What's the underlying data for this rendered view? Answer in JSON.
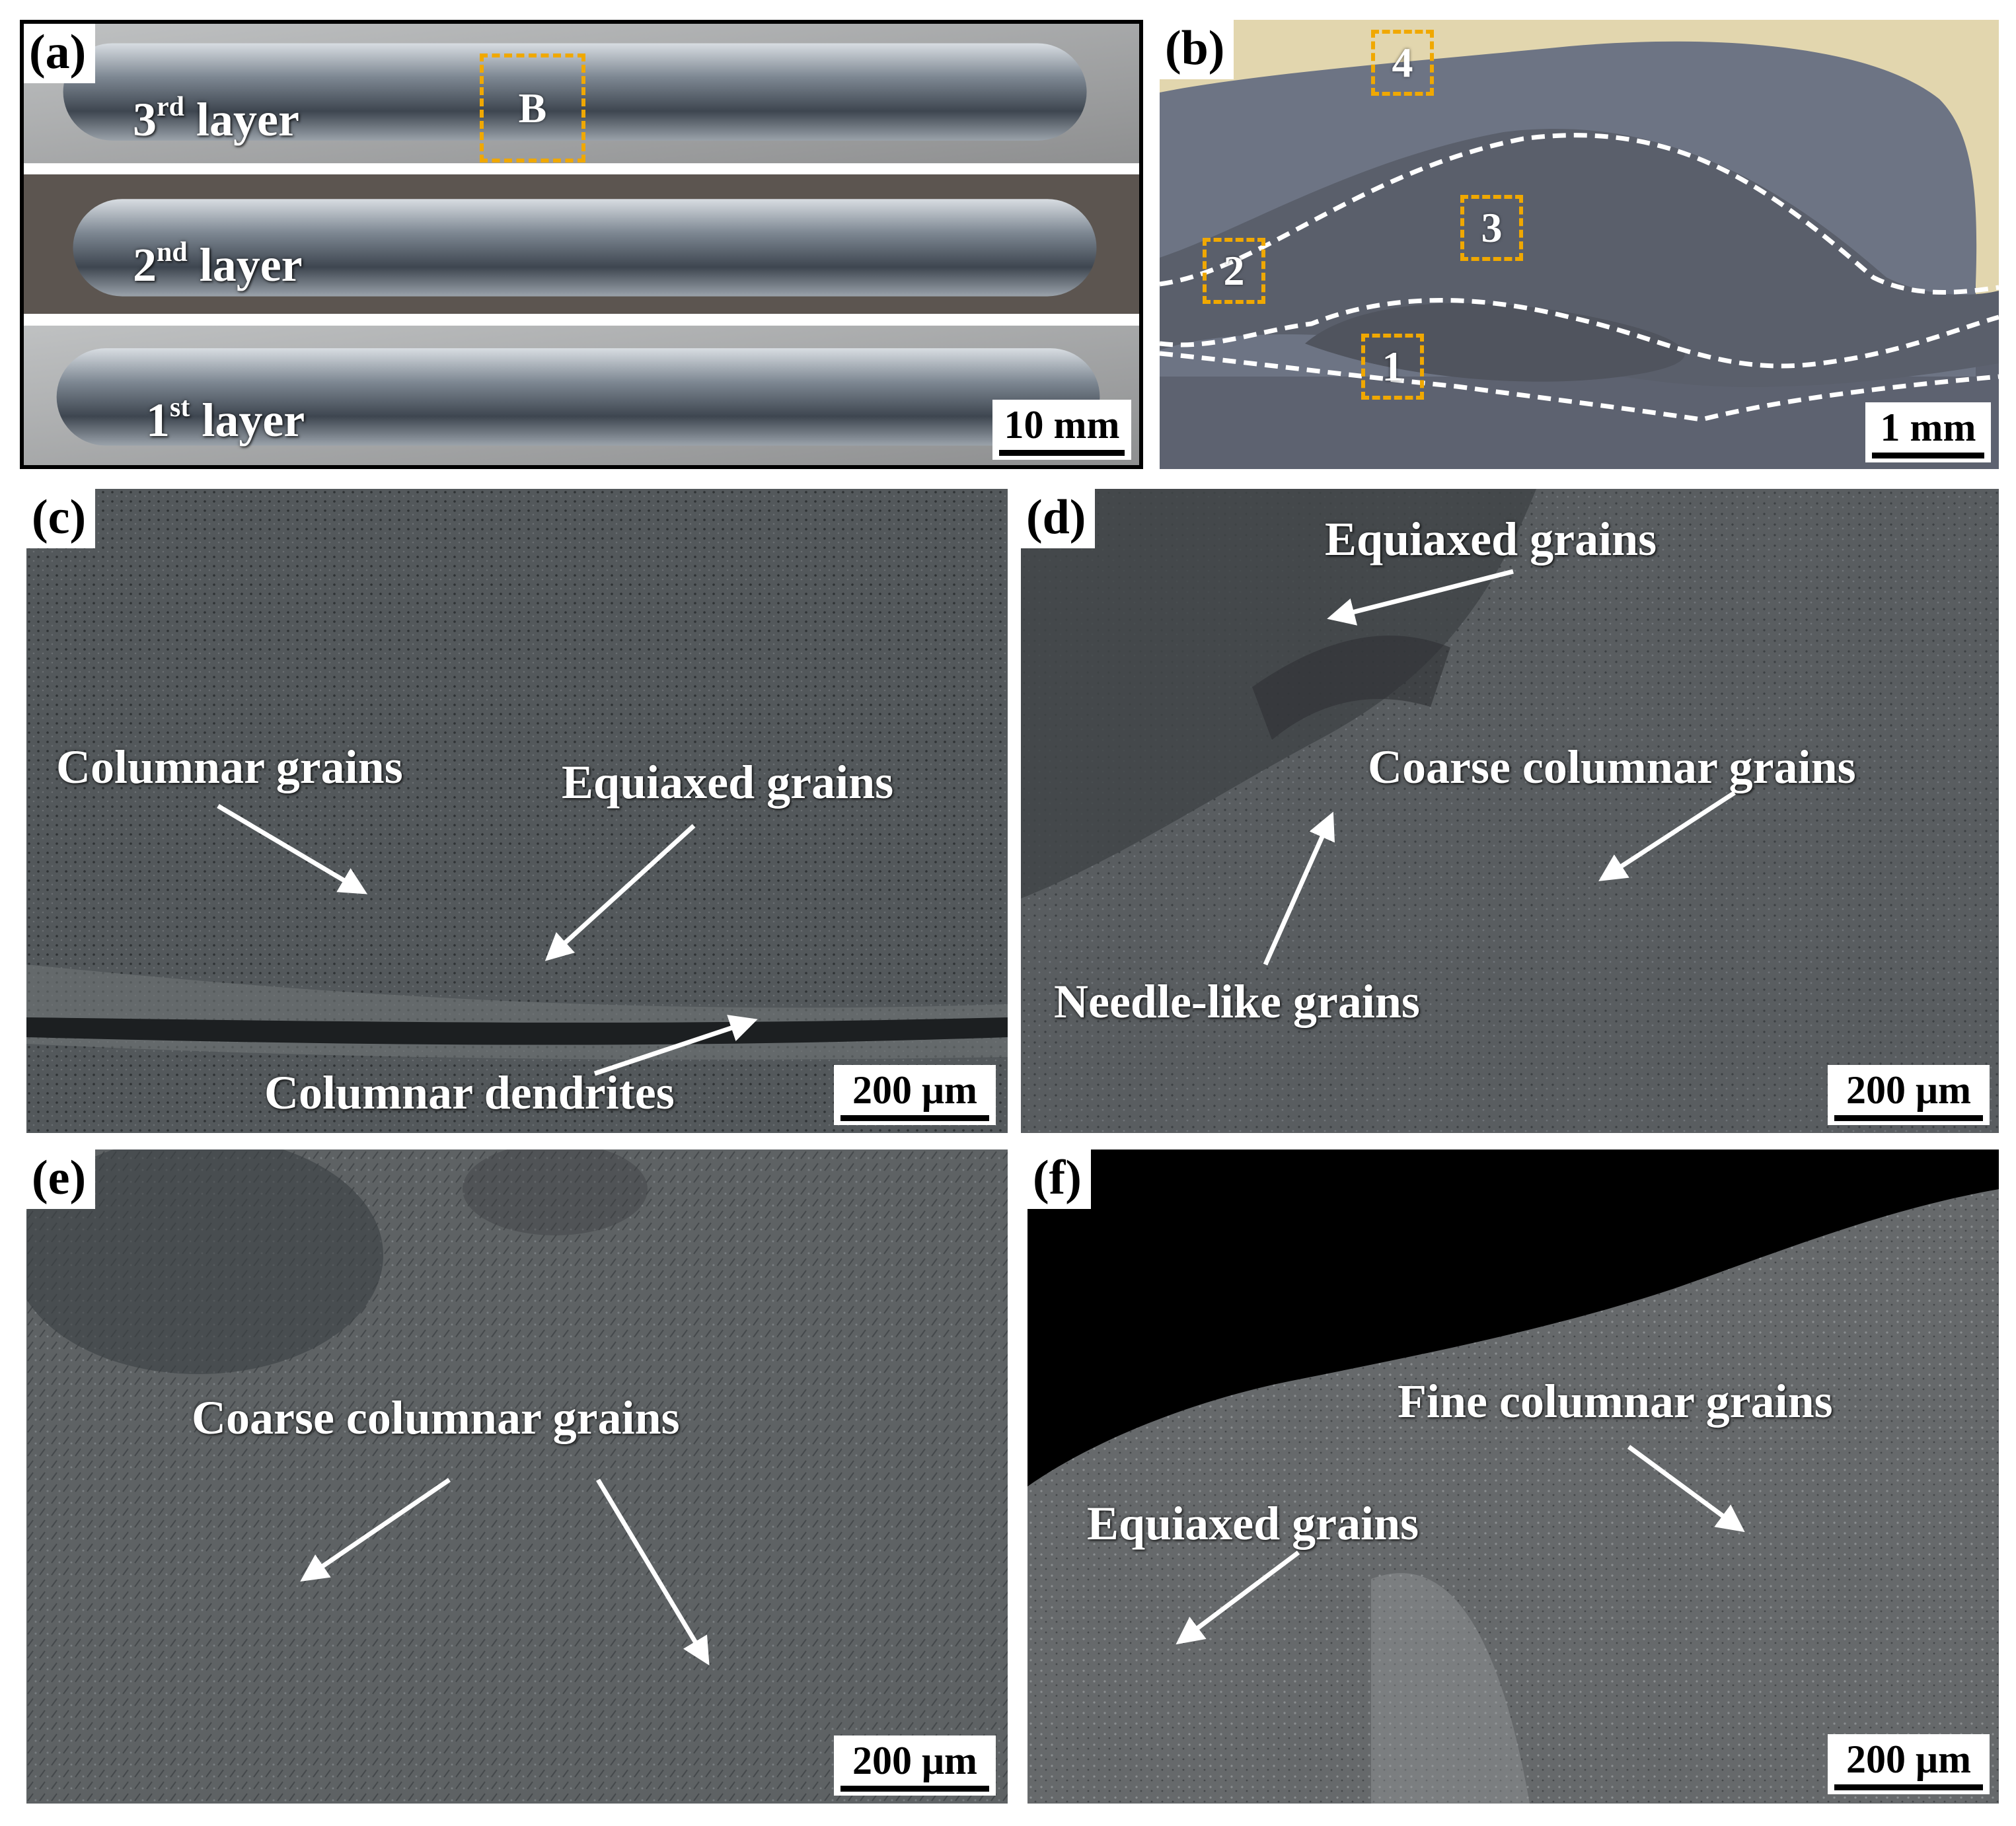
{
  "figure": {
    "panels": {
      "a": {
        "label": "(a)",
        "layers": [
          "3rd layer",
          "2nd layer",
          "1st layer"
        ],
        "layer_number": [
          "3",
          "2",
          "1"
        ],
        "layer_suffix": [
          "rd",
          "nd",
          "st"
        ],
        "layer_word": "layer",
        "region_box": "B",
        "scale": "10 mm"
      },
      "b": {
        "label": "(b)",
        "zones": [
          "1",
          "2",
          "3",
          "4"
        ],
        "scale": "1 mm"
      },
      "c": {
        "label": "(c)",
        "annotations": [
          "Columnar grains",
          "Equiaxed grains",
          "Columnar dendrites"
        ],
        "scale": "200 μm"
      },
      "d": {
        "label": "(d)",
        "annotations": [
          "Equiaxed grains",
          "Coarse columnar grains",
          "Needle-like grains"
        ],
        "scale": "200 μm"
      },
      "e": {
        "label": "(e)",
        "annotations": [
          "Coarse columnar grains"
        ],
        "scale": "200 μm"
      },
      "f": {
        "label": "(f)",
        "annotations": [
          "Fine columnar grains",
          "Equiaxed grains"
        ],
        "scale": "200 μm"
      }
    },
    "colors": {
      "box_dashed": "#f0a800",
      "annotation_text": "#ffffff",
      "boundary_dashed": "#ffffff"
    }
  }
}
